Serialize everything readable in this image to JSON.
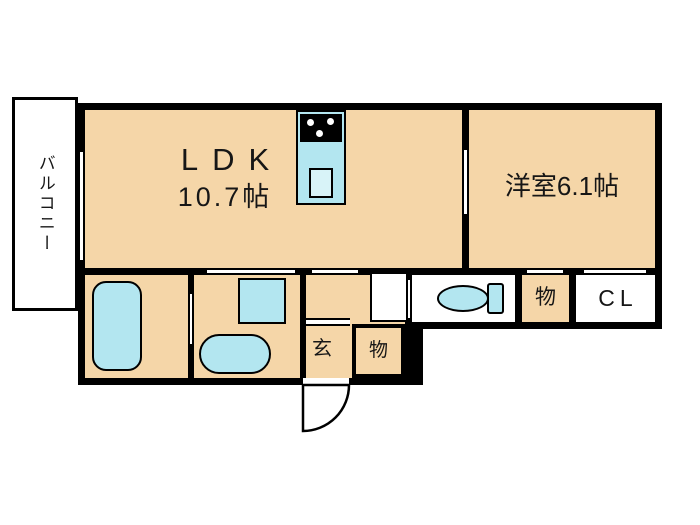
{
  "floorplan": {
    "balcony": {
      "label": "バルコニー"
    },
    "ldk": {
      "name": "LDK",
      "size": "10.7帖"
    },
    "western_room": {
      "label": "洋室6.1帖"
    },
    "entrance": {
      "label": "玄"
    },
    "storage_hall": {
      "label": "物"
    },
    "storage_right": {
      "label": "物"
    },
    "closet": {
      "label": "CL"
    },
    "colors": {
      "wall": "#000000",
      "room_fill": "#f5d6a8",
      "fixture_fill": "#b3e6f0",
      "background": "#ffffff"
    }
  }
}
